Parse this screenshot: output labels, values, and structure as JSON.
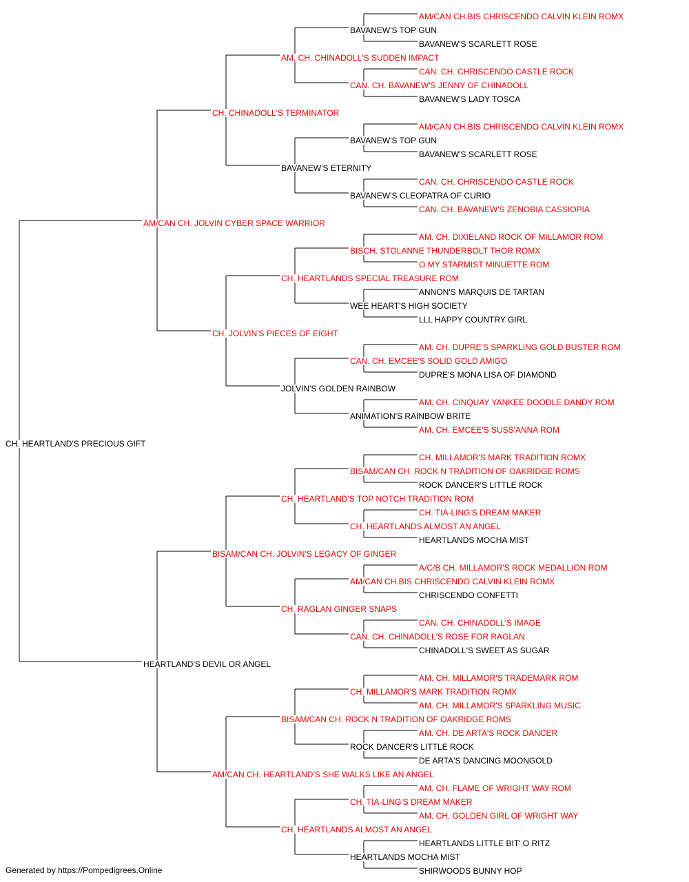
{
  "colors": {
    "champion": "#ff0000",
    "regular": "#000000",
    "line": "#000000"
  },
  "pedigree": {
    "name": "CH. HEARTLAND'S PRECIOUS GIFT",
    "champion": false,
    "sire": {
      "name": "AM/CAN CH. JOLVIN CYBER SPACE WARRIOR",
      "champion": true,
      "sire": {
        "name": "CH. CHINADOLL'S TERMINATOR",
        "champion": true,
        "sire": {
          "name": "AM. CH. CHINADOLL'S SUDDEN IMPACT",
          "champion": true,
          "sire": {
            "name": "BAVANEW'S TOP GUN",
            "champion": false,
            "sire": {
              "name": "AM/CAN CH.BIS CHRISCENDO CALVIN KLEIN ROMX",
              "champion": true
            },
            "dam": {
              "name": "BAVANEW'S SCARLETT ROSE",
              "champion": false
            }
          },
          "dam": {
            "name": "CAN. CH. BAVANEW'S JENNY OF CHINADOLL",
            "champion": true,
            "sire": {
              "name": "CAN. CH. CHRISCENDO CASTLE ROCK",
              "champion": true
            },
            "dam": {
              "name": "BAVANEW'S LADY TOSCA",
              "champion": false
            }
          }
        },
        "dam": {
          "name": "BAVANEW'S ETERNITY",
          "champion": false,
          "sire": {
            "name": "BAVANEW'S TOP GUN",
            "champion": false,
            "sire": {
              "name": "AM/CAN CH.BIS CHRISCENDO CALVIN KLEIN ROMX",
              "champion": true
            },
            "dam": {
              "name": "BAVANEW'S SCARLETT ROSE",
              "champion": false
            }
          },
          "dam": {
            "name": "BAVANEW'S CLEOPATRA OF CURIO",
            "champion": false,
            "sire": {
              "name": "CAN. CH. CHRISCENDO CASTLE ROCK",
              "champion": true
            },
            "dam": {
              "name": "CAN. CH. BAVANEW'S ZENOBIA CASSIOPIA",
              "champion": true
            }
          }
        }
      },
      "dam": {
        "name": "CH. JOLVIN'S PIECES OF EIGHT",
        "champion": true,
        "sire": {
          "name": "CH. HEARTLANDS SPECIAL TREASURE ROM",
          "champion": true,
          "sire": {
            "name": "BISCH. STOLANNE THUNDERBOLT THOR ROMX",
            "champion": true,
            "sire": {
              "name": "AM. CH. DIXIELAND ROCK OF MILLAMOR ROM",
              "champion": true
            },
            "dam": {
              "name": "O MY STARMIST MINUETTE ROM",
              "champion": true
            }
          },
          "dam": {
            "name": "WEE HEART'S HIGH SOCIETY",
            "champion": false,
            "sire": {
              "name": "ANNON'S MARQUIS DE TARTAN",
              "champion": false
            },
            "dam": {
              "name": "LLL HAPPY COUNTRY GIRL",
              "champion": false
            }
          }
        },
        "dam": {
          "name": "JOLVIN'S GOLDEN RAINBOW",
          "champion": false,
          "sire": {
            "name": "CAN. CH. EMCEE'S SOLID GOLD AMIGO",
            "champion": true,
            "sire": {
              "name": "AM. CH. DUPRE'S SPARKLING GOLD BUSTER ROM",
              "champion": true
            },
            "dam": {
              "name": "DUPRE'S MONA LISA OF DIAMOND",
              "champion": false
            }
          },
          "dam": {
            "name": "ANIMATION'S RAINBOW BRITE",
            "champion": false,
            "sire": {
              "name": "AM. CH. CINQUAY YANKEE DOODLE DANDY ROM",
              "champion": true
            },
            "dam": {
              "name": "AM. CH. EMCEE'S SUSS'ANNA ROM",
              "champion": true
            }
          }
        }
      }
    },
    "dam": {
      "name": "HEARTLAND'S DEVIL OR ANGEL",
      "champion": false,
      "sire": {
        "name": "BISAM/CAN CH. JOLVIN'S LEGACY OF GINGER",
        "champion": true,
        "sire": {
          "name": "CH. HEARTLAND'S TOP NOTCH TRADITION ROM",
          "champion": true,
          "sire": {
            "name": "BISAM/CAN CH. ROCK N TRADITION OF OAKRIDGE ROMS",
            "champion": true,
            "sire": {
              "name": "CH. MILLAMOR'S MARK TRADITION ROMX",
              "champion": true
            },
            "dam": {
              "name": "ROCK DANCER'S LITTLE ROCK",
              "champion": false
            }
          },
          "dam": {
            "name": "CH. HEARTLANDS ALMOST AN ANGEL",
            "champion": true,
            "sire": {
              "name": "CH. TIA-LING'S DREAM MAKER",
              "champion": true
            },
            "dam": {
              "name": "HEARTLANDS MOCHA MIST",
              "champion": false
            }
          }
        },
        "dam": {
          "name": "CH. RAGLAN GINGER SNAPS",
          "champion": true,
          "sire": {
            "name": "AM/CAN CH.BIS CHRISCENDO CALVIN KLEIN ROMX",
            "champion": true,
            "sire": {
              "name": "A/C/B CH. MILLAMOR'S ROCK MEDALLION ROM",
              "champion": true
            },
            "dam": {
              "name": "CHRISCENDO CONFETTI",
              "champion": false
            }
          },
          "dam": {
            "name": "CAN. CH. CHINADOLL'S ROSE FOR RAGLAN",
            "champion": true,
            "sire": {
              "name": "CAN. CH. CHINADOLL'S IMAGE",
              "champion": true
            },
            "dam": {
              "name": "CHINADOLL'S SWEET AS SUGAR",
              "champion": false
            }
          }
        }
      },
      "dam": {
        "name": "AM/CAN CH. HEARTLAND'S SHE WALKS LIKE AN ANGEL",
        "champion": true,
        "sire": {
          "name": "BISAM/CAN CH. ROCK N TRADITION OF OAKRIDGE ROMS",
          "champion": true,
          "sire": {
            "name": "CH. MILLAMOR'S MARK TRADITION ROMX",
            "champion": true,
            "sire": {
              "name": "AM. CH. MILLAMOR'S TRADEMARK ROM",
              "champion": true
            },
            "dam": {
              "name": "AM. CH. MILLAMOR'S SPARKLING MUSIC",
              "champion": true
            }
          },
          "dam": {
            "name": "ROCK DANCER'S LITTLE ROCK",
            "champion": false,
            "sire": {
              "name": "AM. CH. DE ARTA'S ROCK DANCER",
              "champion": true
            },
            "dam": {
              "name": "DE ARTA'S DANCING MOONGOLD",
              "champion": false
            }
          }
        },
        "dam": {
          "name": "CH. HEARTLANDS ALMOST AN ANGEL",
          "champion": true,
          "sire": {
            "name": "CH. TIA-LING'S DREAM MAKER",
            "champion": true,
            "sire": {
              "name": "AM. CH. FLAME OF WRIGHT WAY ROM",
              "champion": true
            },
            "dam": {
              "name": "AM. CH. GOLDEN GIRL OF WRIGHT WAY",
              "champion": true
            }
          },
          "dam": {
            "name": "HEARTLANDS MOCHA MIST",
            "champion": false,
            "sire": {
              "name": "HEARTLANDS LITTLE BIT' O RITZ",
              "champion": false
            },
            "dam": {
              "name": "SHIRWOODS BUNNY HOP",
              "champion": false
            }
          }
        }
      }
    }
  },
  "footer": "Generated by https://Pompedigrees.Online"
}
